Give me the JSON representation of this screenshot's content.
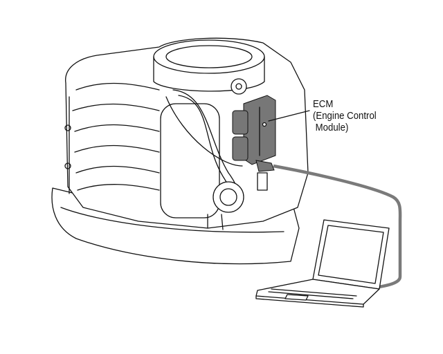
{
  "callout": {
    "title": "ECM",
    "line1": "(Engine Control",
    "line2": " Module)"
  },
  "colors": {
    "cable": "#7a7a7a",
    "ecm": "#8a8a8a",
    "line": "#111111"
  }
}
